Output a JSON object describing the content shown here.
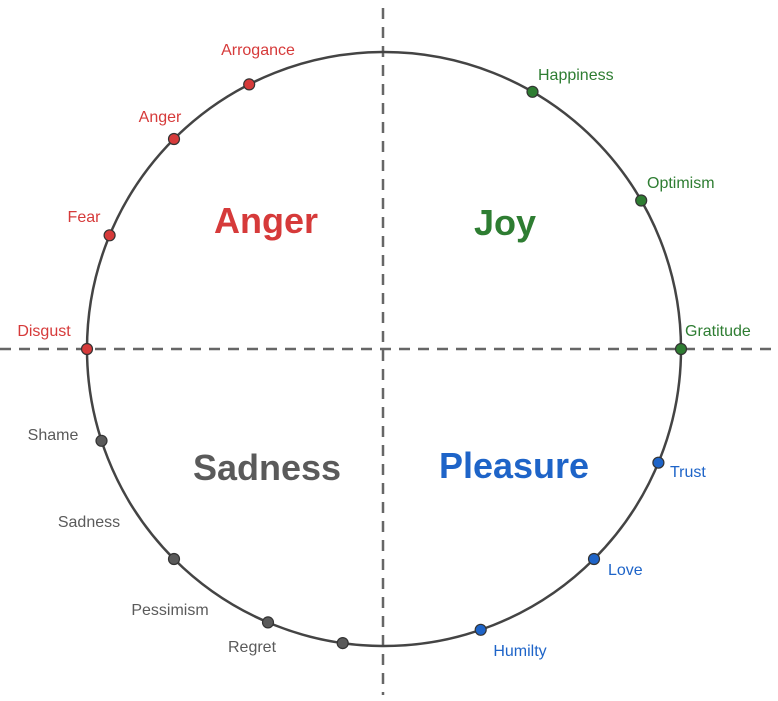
{
  "colors": {
    "anger": "#d63a3a",
    "joy": "#2e7d32",
    "pleasure": "#1e64c8",
    "sadness": "#5a5a5a",
    "circle": "#444444",
    "axis": "#666666"
  },
  "quadrants": {
    "anger": "Anger",
    "joy": "Joy",
    "sadness": "Sadness",
    "pleasure": "Pleasure"
  },
  "points": [
    {
      "id": "arrogance",
      "label": "Arrogance",
      "group": "anger",
      "angle": 117
    },
    {
      "id": "anger",
      "label": "Anger",
      "group": "anger",
      "angle": 135
    },
    {
      "id": "fear",
      "label": "Fear",
      "group": "anger",
      "angle": 157.5
    },
    {
      "id": "disgust",
      "label": "Disgust",
      "group": "anger",
      "angle": 180
    },
    {
      "id": "happiness",
      "label": "Happiness",
      "group": "joy",
      "angle": 60
    },
    {
      "id": "optimism",
      "label": "Optimism",
      "group": "joy",
      "angle": 30
    },
    {
      "id": "gratitude",
      "label": "Gratitude",
      "group": "joy",
      "angle": 0
    },
    {
      "id": "shame",
      "label": "Shame",
      "group": "sadness",
      "angle": 198
    },
    {
      "id": "sadness",
      "label": "Sadness",
      "group": "sadness",
      "angle": 225
    },
    {
      "id": "pessimism",
      "label": "Pessimism",
      "group": "sadness",
      "angle": 247
    },
    {
      "id": "regret",
      "label": "Regret",
      "group": "sadness",
      "angle": 262
    },
    {
      "id": "trust",
      "label": "Trust",
      "group": "pleasure",
      "angle": -22.5
    },
    {
      "id": "love",
      "label": "Love",
      "group": "pleasure",
      "angle": -45
    },
    {
      "id": "humilty",
      "label": "Humilty",
      "group": "pleasure",
      "angle": -71
    }
  ]
}
